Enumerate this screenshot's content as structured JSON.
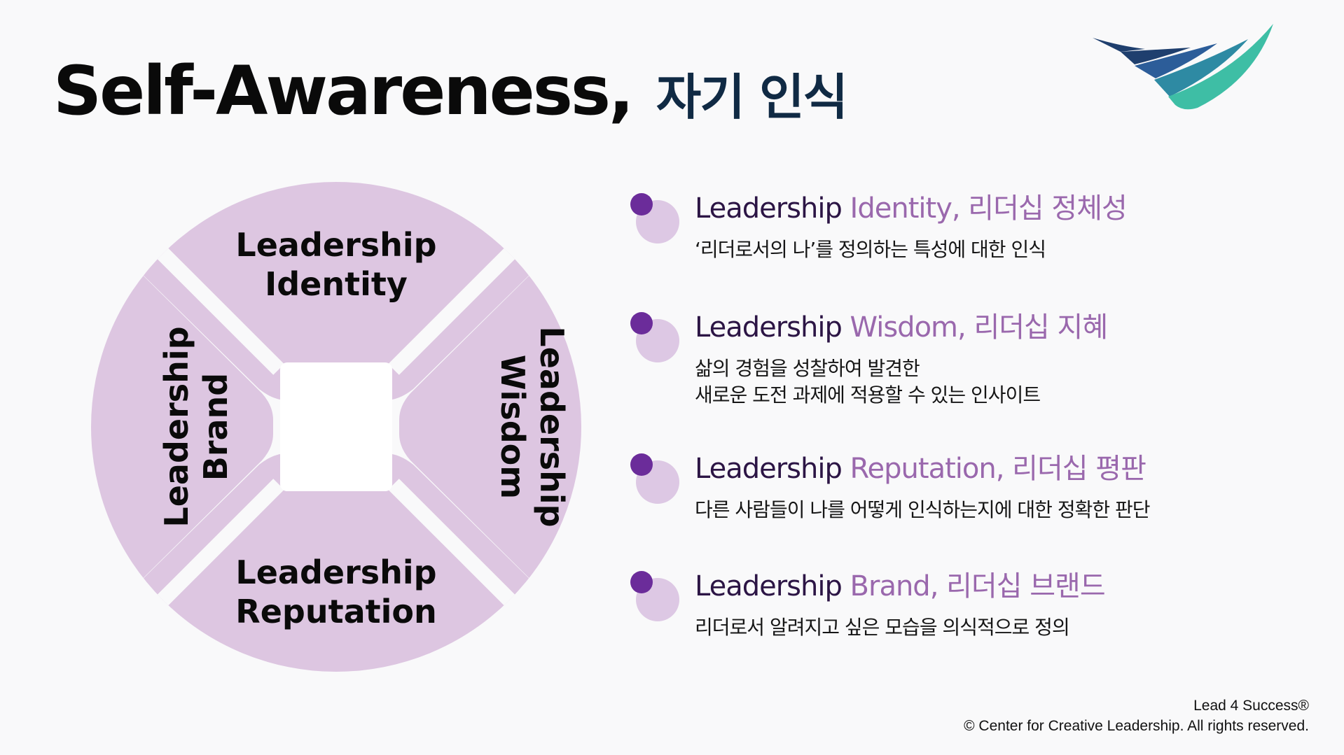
{
  "title": {
    "english": "Self-Awareness,",
    "korean": "자기 인식"
  },
  "diagram": {
    "top": [
      "Leadership",
      "Identity"
    ],
    "left": [
      "Leadership",
      "Brand"
    ],
    "right": [
      "Leadership",
      "Wisdom"
    ],
    "bottom": [
      "Leadership",
      "Reputation"
    ]
  },
  "items": [
    {
      "lead": "Leadership",
      "rest": " Identity, 리더십 정체성",
      "desc": [
        "‘리더로서의 나’를 정의하는 특성에 대한 인식"
      ]
    },
    {
      "lead": "Leadership",
      "rest": " Wisdom, 리더십 지혜",
      "desc": [
        "삶의 경험을 성찰하여 발견한",
        "새로운 도전 과제에 적용할 수 있는 인사이트"
      ]
    },
    {
      "lead": "Leadership",
      "rest": " Reputation, 리더십 평판",
      "desc": [
        "다른 사람들이 나를 어떻게 인식하는지에 대한 정확한 판단"
      ]
    },
    {
      "lead": "Leadership",
      "rest": " Brand, 리더십 브랜드",
      "desc": [
        "리더로서 알려지고 싶은 모습을 의식적으로 정의"
      ]
    }
  ],
  "footer": {
    "line1": "Lead 4 Success®",
    "line2": "© Center for Creative Leadership. All rights reserved."
  },
  "colors": {
    "quadrant": "#ddc6e1",
    "bullet_dark": "#6b2c9a",
    "bullet_light": "#ddc8e4",
    "accent_text": "#9a68ad"
  },
  "logo_icon": "swoosh-logo-icon"
}
